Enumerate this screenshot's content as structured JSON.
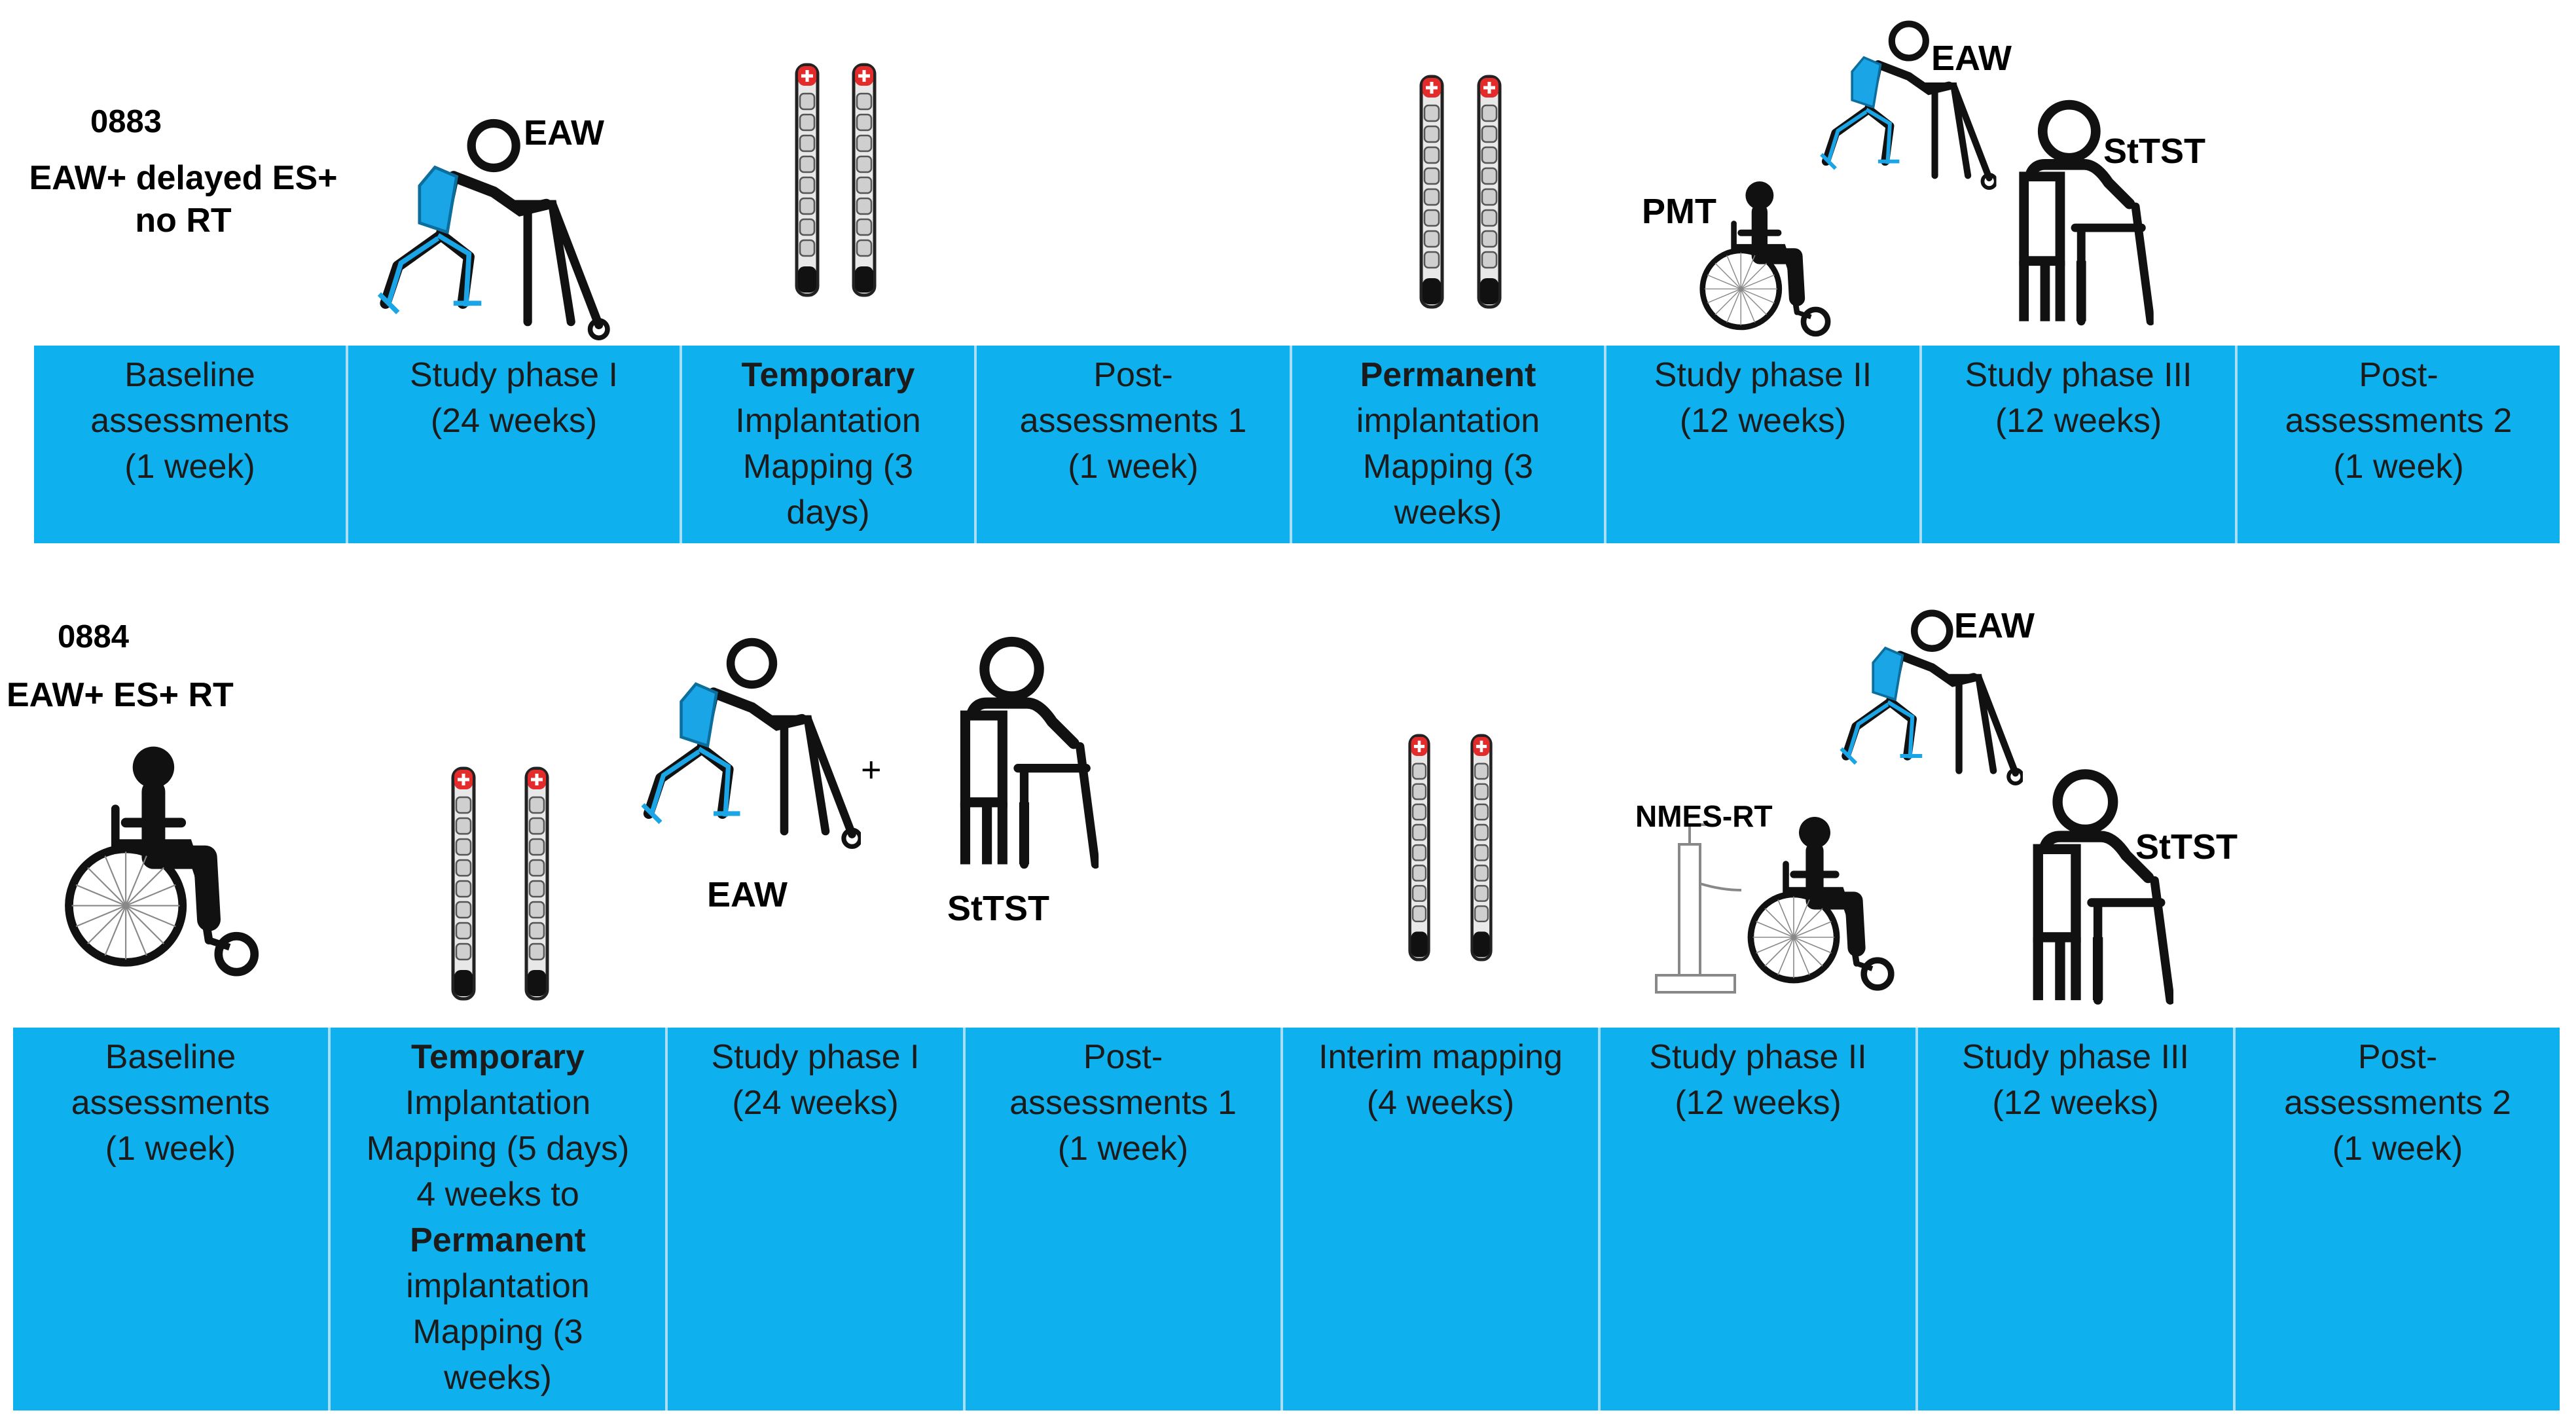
{
  "colors": {
    "band": "#0fb0ee",
    "divider": "#a8def6",
    "exo": "#1aa6e6",
    "electrode_tip": "#e32b2b"
  },
  "protocol_0883": {
    "id": "0883",
    "group": [
      "EAW+ delayed ES+",
      "no RT"
    ],
    "icons": {
      "walker_label": "EAW",
      "walker2_label": "EAW",
      "pmt_label": "PMT",
      "sit_label": "StTST"
    },
    "phases": [
      {
        "lines": [
          "Baseline",
          "assessments",
          "(1 week)"
        ]
      },
      {
        "lines": [
          "Study phase I",
          "(24 weeks)"
        ]
      },
      {
        "lines": [
          "Temporary",
          "Implantation",
          "Mapping (3",
          "days)"
        ]
      },
      {
        "lines": [
          "Post-",
          "assessments 1",
          "(1 week)"
        ]
      },
      {
        "lines": [
          "Permanent",
          "implantation",
          "Mapping (3",
          "weeks)"
        ]
      },
      {
        "lines": [
          "Study phase II",
          "(12 weeks)"
        ]
      },
      {
        "lines": [
          "Study phase III",
          "(12 weeks)"
        ]
      },
      {
        "lines": [
          "Post-",
          "assessments 2",
          "(1 week)"
        ]
      }
    ]
  },
  "protocol_0884": {
    "id": "0884",
    "group": [
      "EAW+ ES+ RT"
    ],
    "icons": {
      "walker_label": "EAW",
      "plus": "+",
      "sit_label": "StTST",
      "nmes_label": "NMES-RT",
      "walker2_label": "EAW",
      "sit2_label": "StTST"
    },
    "phases": [
      {
        "lines": [
          "Baseline",
          "assessments",
          "(1 week)"
        ]
      },
      {
        "lines": [
          "Temporary",
          "Implantation",
          "Mapping (5 days)",
          "4 weeks to",
          "Permanent",
          "implantation",
          "Mapping (3",
          "weeks)"
        ]
      },
      {
        "lines": [
          "Study phase I",
          "(24 weeks)"
        ]
      },
      {
        "lines": [
          "Post-",
          "assessments 1",
          "(1 week)"
        ]
      },
      {
        "lines": [
          "Interim mapping",
          "(4 weeks)"
        ]
      },
      {
        "lines": [
          "Study phase II",
          "(12 weeks)"
        ]
      },
      {
        "lines": [
          "Study phase III",
          "(12 weeks)"
        ]
      },
      {
        "lines": [
          "Post-",
          "assessments 2",
          "(1 week)"
        ]
      }
    ]
  }
}
